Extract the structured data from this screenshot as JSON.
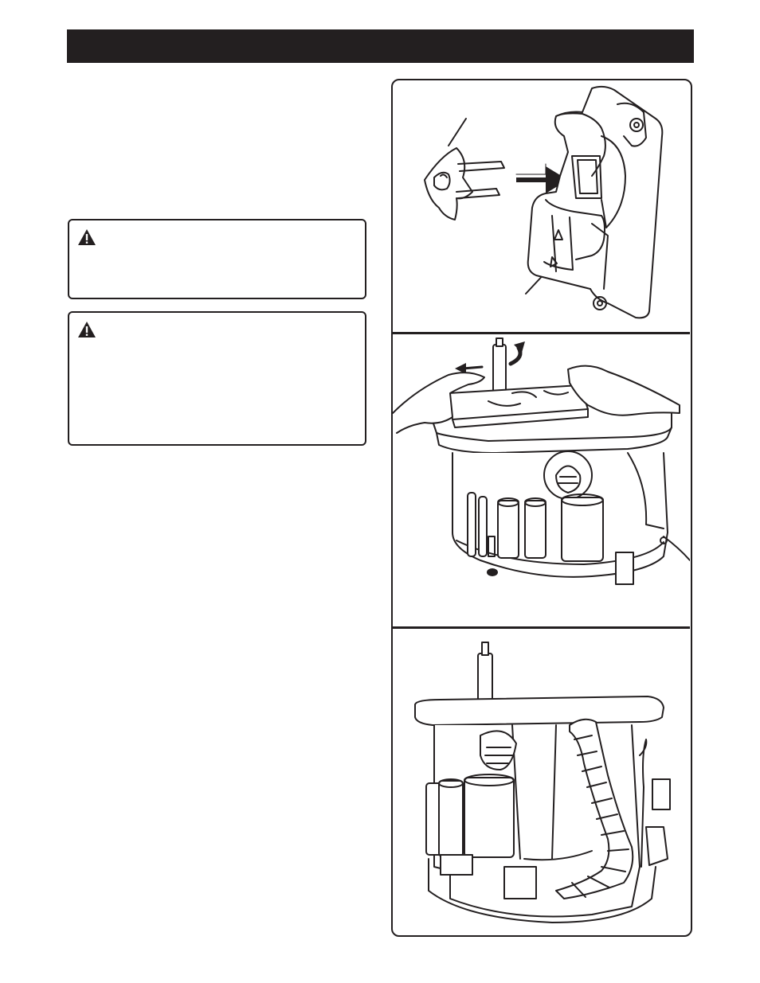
{
  "header": {
    "title": ""
  },
  "warnings": [
    {
      "icon": "warning-triangle-icon",
      "text": ""
    },
    {
      "icon": "warning-triangle-icon",
      "text": ""
    }
  ],
  "figures": [
    {
      "icon": "insert-plate-illustration",
      "label": ""
    },
    {
      "icon": "sanding-workpiece-illustration",
      "label": ""
    },
    {
      "icon": "dust-hose-illustration",
      "label": ""
    }
  ]
}
